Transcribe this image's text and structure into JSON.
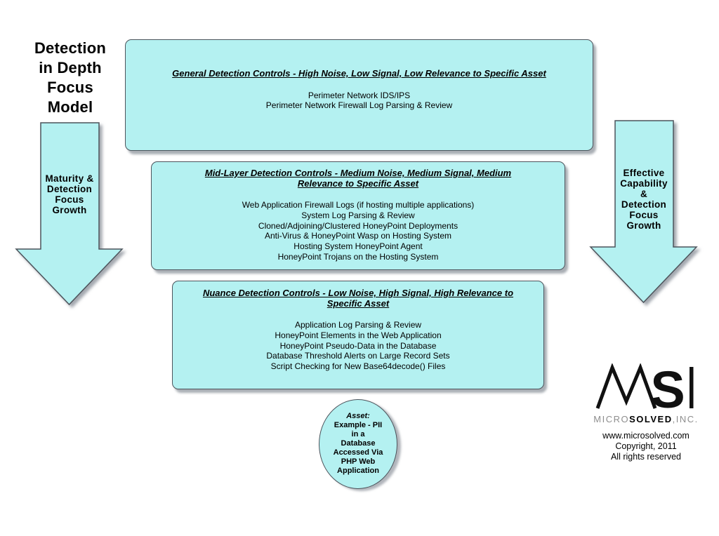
{
  "diagram": {
    "title_lines": [
      "Detection",
      "in Depth",
      "Focus",
      "Model"
    ],
    "left_arrow": {
      "lines": [
        "Maturity &",
        "Detection",
        "Focus",
        "Growth"
      ]
    },
    "right_arrow": {
      "lines": [
        "Effective",
        "Capability",
        "&",
        "Detection",
        "Focus",
        "Growth"
      ]
    },
    "boxes": [
      {
        "heading": "General Detection Controls - High Noise, Low Signal, Low Relevance to Specific Asset",
        "items": [
          "Perimeter Network IDS/IPS",
          "Perimeter Network Firewall Log Parsing & Review"
        ]
      },
      {
        "heading": "Mid-Layer Detection Controls - Medium Noise, Medium Signal, Medium Relevance to Specific Asset",
        "items": [
          "Web Application Firewall Logs (if hosting multiple applications)",
          "System Log Parsing & Review",
          "Cloned/Adjoining/Clustered HoneyPoint Deployments",
          "Anti-Virus & HoneyPoint Wasp on Hosting System",
          "Hosting System HoneyPoint Agent",
          "HoneyPoint Trojans on the Hosting System"
        ]
      },
      {
        "heading": "Nuance Detection Controls - Low Noise, High Signal, High Relevance to Specific Asset",
        "items": [
          "Application Log Parsing & Review",
          "HoneyPoint Elements in the Web Application",
          "HoneyPoint Pseudo-Data in the Database",
          "Database Threshold Alerts on Large Record Sets",
          "Script Checking for New Base64decode() Files"
        ]
      }
    ],
    "asset": {
      "heading": "Asset:",
      "lines": [
        "Example - PII",
        "in a",
        "Database",
        "Accessed Via",
        "PHP Web",
        "Application"
      ]
    }
  },
  "branding": {
    "logo_text": "MSI",
    "logo_s": "S",
    "company_micro": "MICRO",
    "company_solved": "SOLVED",
    "company_inc": ",INC.",
    "website": "www.microsolved.com",
    "copyright": "Copyright, 2011",
    "rights": "All rights reserved"
  },
  "colors": {
    "shape_fill": "#b4f1f1",
    "shape_border": "#4d545c",
    "text": "#000000"
  }
}
